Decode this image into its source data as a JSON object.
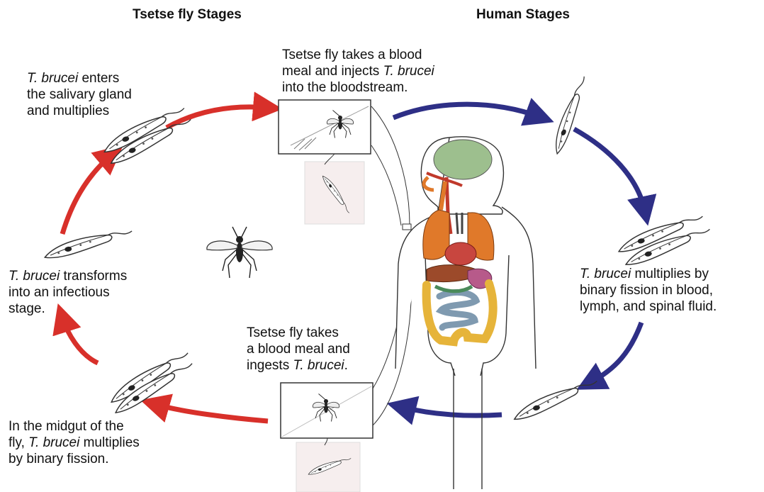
{
  "headers": {
    "tsetse": "Tsetse fly Stages",
    "human": "Human Stages"
  },
  "labels": {
    "enters": {
      "l1_it": "T. brucei",
      "l1_rest": " enters",
      "l2": "the salivary gland",
      "l3": "and multiplies"
    },
    "injects": {
      "l1": "Tsetse fly takes a blood",
      "l2_pre": "meal and injects ",
      "l2_it": "T. brucei",
      "l3": "into the bloodstream."
    },
    "transforms": {
      "l1_it": "T. brucei",
      "l1_rest": " transforms",
      "l2": "into an infectious",
      "l3": "stage."
    },
    "multiplies_human": {
      "l1_it": "T. brucei",
      "l1_rest": " multiplies by",
      "l2": "binary fission in blood,",
      "l3": "lymph, and spinal fluid."
    },
    "ingests": {
      "l1": "Tsetse fly takes",
      "l2": "a blood meal and",
      "l3_pre": "ingests ",
      "l3_it": "T. brucei",
      "l3_post": "."
    },
    "midgut": {
      "l1": "In the midgut of the",
      "l2_pre": "fly, ",
      "l2_it": "T. brucei",
      "l2_post": " multiplies",
      "l3": "by binary fission."
    }
  },
  "colors": {
    "tsetse_arrow": "#d8302a",
    "human_arrow": "#2e2f86",
    "brain": "#9dbf8e",
    "lungs": "#e0792a",
    "heart": "#c8463f",
    "stomach": "#b75a8a",
    "liver": "#9c4a2a",
    "intestine_small": "#7f9ab0",
    "intestine_large": "#e6b43a",
    "inset_bg": "#f6eeee"
  }
}
